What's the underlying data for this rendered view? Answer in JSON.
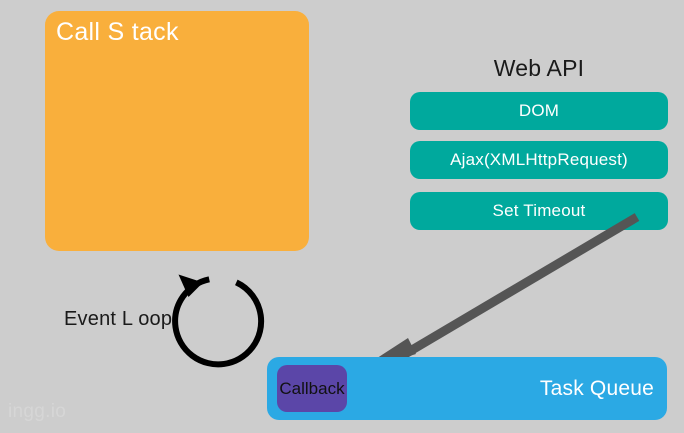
{
  "diagram": {
    "background_color": "#cdcdcd",
    "call_stack": {
      "label": "Call S tack",
      "color": "#f9af3c",
      "text_color": "#ffffff"
    },
    "web_api": {
      "title": "Web API",
      "title_color": "#1a1a1a",
      "box_color": "#00a99d",
      "box_text_color": "#ffffff",
      "items": [
        {
          "label": "DOM"
        },
        {
          "label": "Ajax(XMLHttpRequest)"
        },
        {
          "label": "Set Timeout"
        }
      ]
    },
    "event_loop": {
      "label": "Event L oop",
      "stroke_color": "#000000"
    },
    "arrow": {
      "name": "settimeout-to-callback-arrow",
      "color": "#555555",
      "from": "Set Timeout",
      "to": "Callback"
    },
    "task_queue": {
      "label": "Task Queue",
      "color": "#2ba9e4",
      "text_color": "#ffffff",
      "callback": {
        "label": "Callback",
        "color": "#5b46a8",
        "text_color": "#111111"
      }
    },
    "watermark": {
      "text": "ingg.io",
      "color": "#d6d6d6"
    }
  }
}
